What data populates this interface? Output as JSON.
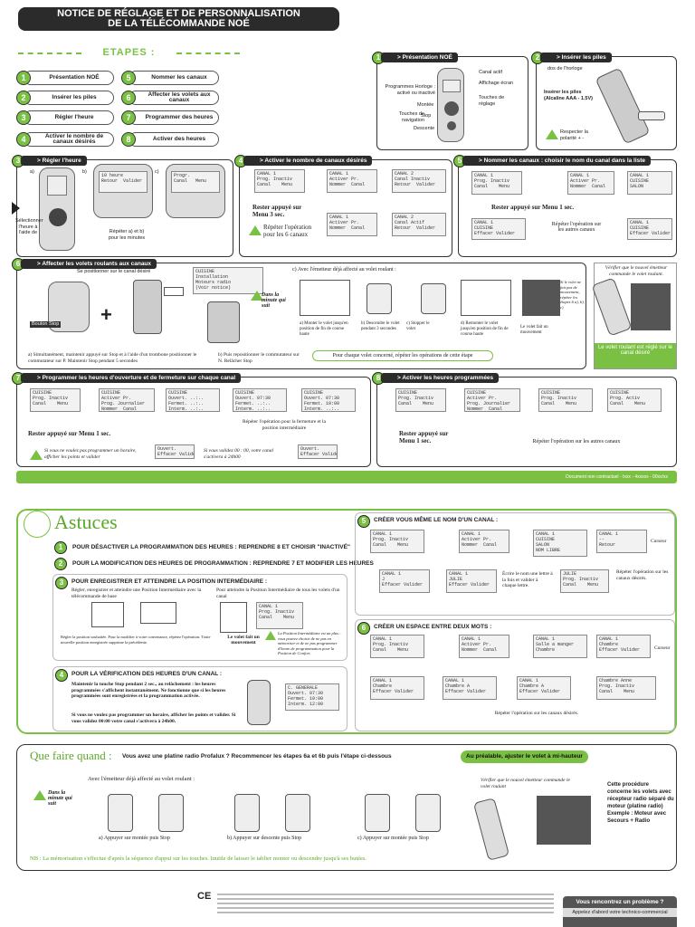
{
  "title": {
    "line1": "NOTICE DE RÉGLAGE ET DE PERSONNALISATION",
    "line2": "DE LA TÉLÉCOMMANDE NOÉ"
  },
  "etapes": {
    "heading": "ETAPES :",
    "items": [
      {
        "n": "1",
        "label": "Présentation NOÉ"
      },
      {
        "n": "2",
        "label": "Insérer les piles"
      },
      {
        "n": "3",
        "label": "Régler l'heure"
      },
      {
        "n": "4",
        "label": "Activer le nombre de canaux désirés"
      },
      {
        "n": "5",
        "label": "Nommer les canaux"
      },
      {
        "n": "6",
        "label": "Affecter les volets aux canaux"
      },
      {
        "n": "7",
        "label": "Programmer des heures"
      },
      {
        "n": "8",
        "label": "Activer des heures"
      }
    ]
  },
  "p1": {
    "tab": "> Présentation NOÉ",
    "labels": [
      "Canal actif",
      "Programmes Horloge : activé ou inactivé",
      "Affichage écran",
      "Montée",
      "Touches de navigation",
      "Stop",
      "Touches de réglage",
      "Descente"
    ]
  },
  "p2": {
    "tab": "> Insérer les piles",
    "l1": "dos de l'horloge",
    "l2": "Insérer les piles (Alcaline AAA - 1.5V)",
    "l3": "Respecter la polarité + -"
  },
  "p3": {
    "tab": "> Régler l'heure",
    "a": "a)",
    "b": "b)",
    "c": "c)",
    "sel": "Sélectionner l'heure à l'aide de",
    "rep": "Répéter a) et b) pour les minutes",
    "lcd_b": "10 heure\nRetour  Valider",
    "lcd_c": "Progr.\nCanal   Menu"
  },
  "p4": {
    "tab": "> Activer le nombre de canaux désirés",
    "t1": "Rester appuyé sur Menu 3 sec.",
    "t2": "Répéter l'opération pour les 6 canaux",
    "lcd1": "CANAL 1\nProg. Inactiv\nCanal    Menu",
    "lcd2": "CANAL 1\nActiver Pr.\nNommer  Canal",
    "lcd3": "CANAL 2\nCanal Inactiv\nRetour  Valider",
    "lcd4": "CANAL 2\nCanal Actif\nRetour  Valider"
  },
  "p5": {
    "tab": "> Nommer les canaux : choisir le nom du canal dans la liste",
    "t1": "Rester appuyé sur Menu 1 sec.",
    "t2": "Répéter l'opération sur les autres canaux",
    "lcd1": "CANAL 1\nProg. Inactiv\nCanal    Menu",
    "lcd2": "CANAL 1\nActiver Pr.\nNommer  Canal",
    "lcd3": "CANAL 1\nCUISINE\nSALON",
    "lcd4": "CANAL 1\nCUISINE\nEffacer Valider"
  },
  "p6": {
    "tab": "> Affecter les volets roulants aux canaux",
    "pos": "Se positionner sur le canal désiré",
    "bouton": "Bouton Stop",
    "lcd": "CUISINE\nInstallation\nMoteurs radio\n(Voir notice)",
    "dans": "Dans la minute qui suit",
    "c": "c) Avec l'émetteur déjà affecté au volet roulant :",
    "a1": "a) Monter le volet jusqu'en position de fin de course haute",
    "b1": "b) Descendre le volet pendant 3 secondes",
    "c1": "c) Stopper le volet",
    "d1": "d) Remonter le volet jusqu'en position de fin de course haute",
    "e1": "Le volet fait un mouvement",
    "note_right": "Si le volet ne fait pas de mouvement, répéter les étapes 6 a), b), c)",
    "sim": "a) Simultanément, maintenir appuyé sur Stop et à l'aide d'un trombone positionner le commutateur sur P. Maintenir Stop pendant 5 secondes",
    "puis": "b) Puis repositionner le commutateur sur N. Relâcher Stop",
    "chaque": "Pour chaque volet concerné, répéter les opérations de cette étape",
    "verif": "Vérifier que le nouvel émetteur commande le volet roulant.",
    "regle": "Le volet roulant est réglé sur le canal désiré"
  },
  "p7": {
    "tab": "> Programmer les heures d'ouverture et de fermeture sur chaque canal",
    "t1": "Rester appuyé sur Menu 1 sec.",
    "t2": "Répéter l'opération pour la fermeture et la position intermédiaire",
    "t3": "Si vous ne voulez pas programmer un horaire, afficher les points et valider",
    "t4": "Si vous validez 00 : 00, votre canal s'activera à 24h00",
    "lcd1": "CUISINE\nProg. Inactiv\nCanal    Menu",
    "lcd2": "CUISINE\nActiver Pr.\nProg. Journalier\nNommer  Canal",
    "lcd3": "CUISINE\nOuvert. ..:..\nFermet. ..:..\nInterm. ..:..",
    "lcd4": "CUISINE\nOuvert. 07:30\nFermet. ..:..\nInterm. ..:..",
    "lcd5": "CUISINE\nOuvert. 07:30\nFermet. 19:00\nInterm. ..:..",
    "lcd6": "Ouvert.\nEffacer Valider",
    "lcd7": "Ouvert.\nEffacer Valider"
  },
  "p8": {
    "tab": "> Activer les heures programmées",
    "t1": "Rester appuyé sur Menu 1 sec.",
    "t2": "Répéter l'opération sur les autres canaux",
    "lcd1": "CUISINE\nProg. Inactiv\nCanal    Menu",
    "lcd2": "CUISINE\nActiver Pr.\nProg. Journalier\nNommer  Canal",
    "lcd3": "CUISINE\nProg. Inactiv\nCanal    Menu",
    "lcd4": "CUISINE\nProg. Activ\nCanal    Menu"
  },
  "greenbar": "Document non contractuel - Ixxx - 4xxxxx - 00xx/xx",
  "astuces": {
    "title": "Astuces",
    "t1": "POUR DÉSACTIVER LA PROGRAMMATION DES HEURES : REPRENDRE 8 ET CHOISIR \"INACTIVÉ\"",
    "t2": "POUR LA MODIFICATION DES HEURES DE PROGRAMMATION : REPRENDRE 7 ET MODIFIER LES HEURES",
    "t3": "POUR ENREGISTRER ET ATTEINDRE LA POSITION INTERMÉDIAIRE :",
    "t3a": "Régler, enregistrer et atteindre une Position Intermédiaire avec la télécommande de base",
    "t3b": "Pour atteindre la Position Intermédiaire de tous les volets d'un canal",
    "t3c": "Le volet fait un mouvement",
    "t3d": "La Position Intermédiaire est un plus : vous pouvez choisir de ne pas en mémoriser et de ne pas programmer d'heure de programmation pour la Position de Confort.",
    "t3e": "Régler la position souhaitée. Pour la modifier à votre convenance, répétez l'opération. Toute nouvelle position enregistrée supprime la précédente.",
    "t4": "POUR LA VÉRIFICATION DES HEURES D'UN CANAL :",
    "t4a": "Maintenir la touche Stop pendant 2 sec., au relâchement : les heures programmées s'affichent instantanément. Ne fonctionne que si les heures programmées sont enregistrées et la programmation activée.",
    "t4b": "Si vous ne voulez pas programmer un horaire, afficher les points et valider. Si vous validez 00:00 votre canal s'activera à 24h00.",
    "t4lcd": "C. GENERALE\nOuvert. 07:30\nFermet. 19:00\nInterm. 12:00",
    "t5": "CRÉER VOUS MÊME LE NOM D'UN CANAL :",
    "t5a": "Écrire le nom une lettre à la fois et valider à chaque lettre.",
    "t5b": "Répéter l'opération sur les canaux désirés.",
    "t5c": "Curseur",
    "t6": "CRÉER UN ESPACE ENTRE DEUX MOTS :",
    "t6a": "Répéter l'opération sur les canaux désirés.",
    "t6c": "Curseur",
    "lcdA": "CANAL 1\nProg. Inactiv\nCanal    Menu",
    "lcdB": "CANAL 1\nActiver Pr.\nNommer  Canal",
    "lcdC": "CANAL 1\nCUISINE\nSALON\nNOM LIBRE",
    "lcdD": "CANAL 1\n--\nRetour",
    "lcdE": "CANAL 1\nJ\nEffacer Valider",
    "lcdF": "CANAL 1\nJULIE\nEffacer Valider",
    "lcdG": "JULIE\nProg. Inactiv\nCanal    Menu",
    "lcdH": "CANAL 1\nSalle a manger\nChambre",
    "lcdI": "CANAL 1\nChambre\nEffacer Valider",
    "lcdJ": "CANAL 1\nChambre A\nEffacer Valider",
    "lcdK": "Chambre Anne\nProg. Inactiv\nCanal    Menu"
  },
  "quand": {
    "title": "Que faire quand :",
    "q": "Vous avez une platine radio Profalux ? Recommencer les étapes 6a et 6b puis l'étape ci-dessous",
    "pre": "Au préalable, ajuster le volet à mi-hauteur",
    "avec": "Avec l'émetteur déjà affecté au volet roulant :",
    "dans": "Dans la minute qui suit",
    "a": "a) Appuyer sur montée puis Stop",
    "b": "b) Appuyer sur descente puis Stop",
    "c": "c) Appuyer sur montée puis Stop",
    "verif": "Vérifier que le nouvel émetteur commande le volet roulant",
    "proc": "Cette procédure concerne les volets avec récepteur radio séparé du moteur (platine radio) Exemple : Moteur avec Secours + Radio",
    "nb": "NB : La mémorisation s'effectue d'après la séquence d'appui sur les touches. Inutile de laisser le tablier monter ou descendre jusqu'à ses butées."
  },
  "footer": {
    "ce": "CE",
    "prob": "Vous rencontrez un problème ?",
    "appel": "Appelez d'abord votre technico-commercial"
  }
}
